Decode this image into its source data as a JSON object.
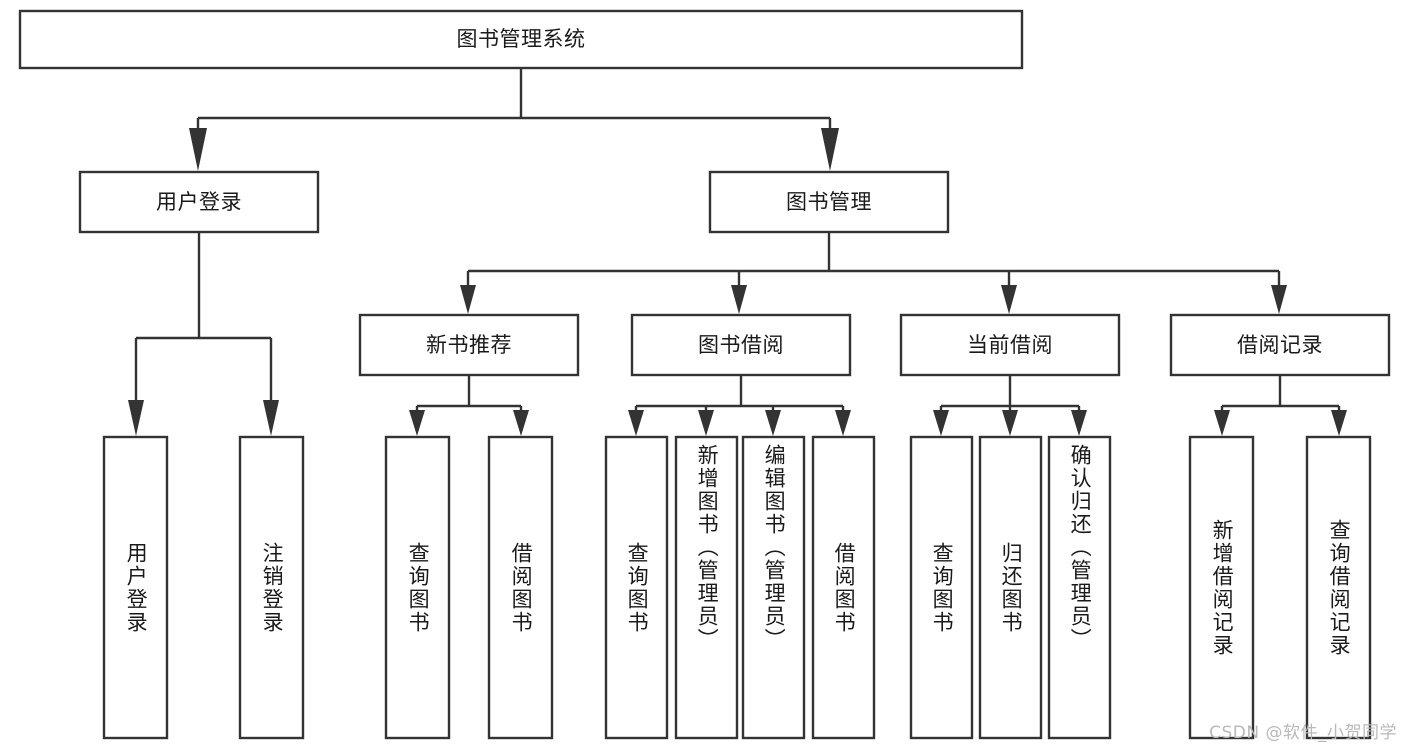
{
  "diagram": {
    "title": "图书管理系统",
    "watermark": "CSDN @软件_小贺同学",
    "colors": {
      "box_stroke": "#333333",
      "box_fill": "#ffffff",
      "text": "#1a1a1a",
      "watermark": "#b9b9b9",
      "background": "#ffffff"
    },
    "root": {
      "label": "图书管理系统"
    },
    "level2": [
      {
        "label": "用户登录"
      },
      {
        "label": "图书管理"
      }
    ],
    "level3": [
      {
        "label": "新书推荐"
      },
      {
        "label": "图书借阅"
      },
      {
        "label": "当前借阅"
      },
      {
        "label": "借阅记录"
      }
    ],
    "leaves": {
      "user_login": [
        {
          "label": "用户登录"
        },
        {
          "label": "注销登录"
        }
      ],
      "new_book_recommend": [
        {
          "label": "查询图书"
        },
        {
          "label": "借阅图书"
        }
      ],
      "book_borrow": [
        {
          "label": "查询图书"
        },
        {
          "label": "新增图书（管理员）"
        },
        {
          "label": "编辑图书（管理员）"
        },
        {
          "label": "借阅图书"
        }
      ],
      "current_borrow": [
        {
          "label": "查询图书"
        },
        {
          "label": "归还图书"
        },
        {
          "label": "确认归还（管理员）"
        }
      ],
      "borrow_record": [
        {
          "label": "新增借阅记录"
        },
        {
          "label": "查询借阅记录"
        }
      ]
    }
  }
}
